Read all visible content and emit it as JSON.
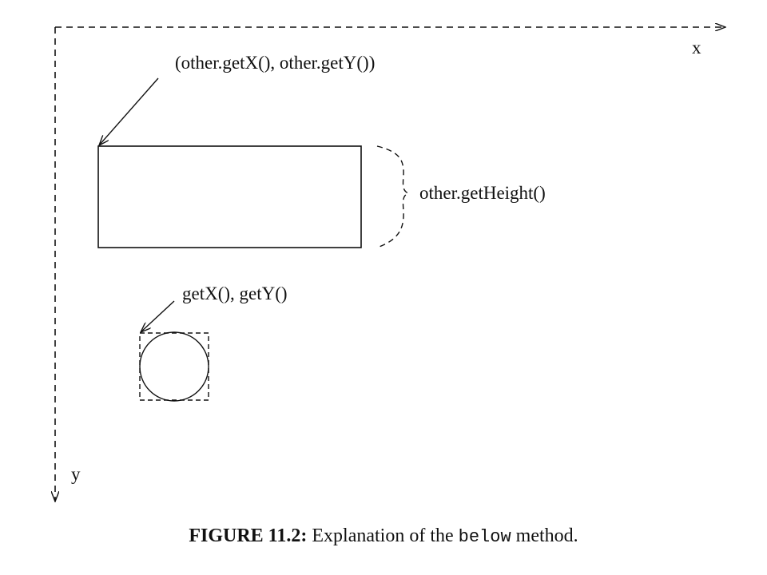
{
  "diagram": {
    "axes": {
      "x_label": "x",
      "y_label": "y"
    },
    "labels": {
      "other_origin": "(other.getX(), other.getY())",
      "other_height": "other.getHeight()",
      "self_origin": "getX(), getY()"
    },
    "caption": {
      "lead": "FIGURE 11.2:",
      "pre": " Explanation of the ",
      "code": "below",
      "post": " method."
    },
    "colors": {
      "ink": "#111111",
      "background": "#ffffff"
    }
  }
}
